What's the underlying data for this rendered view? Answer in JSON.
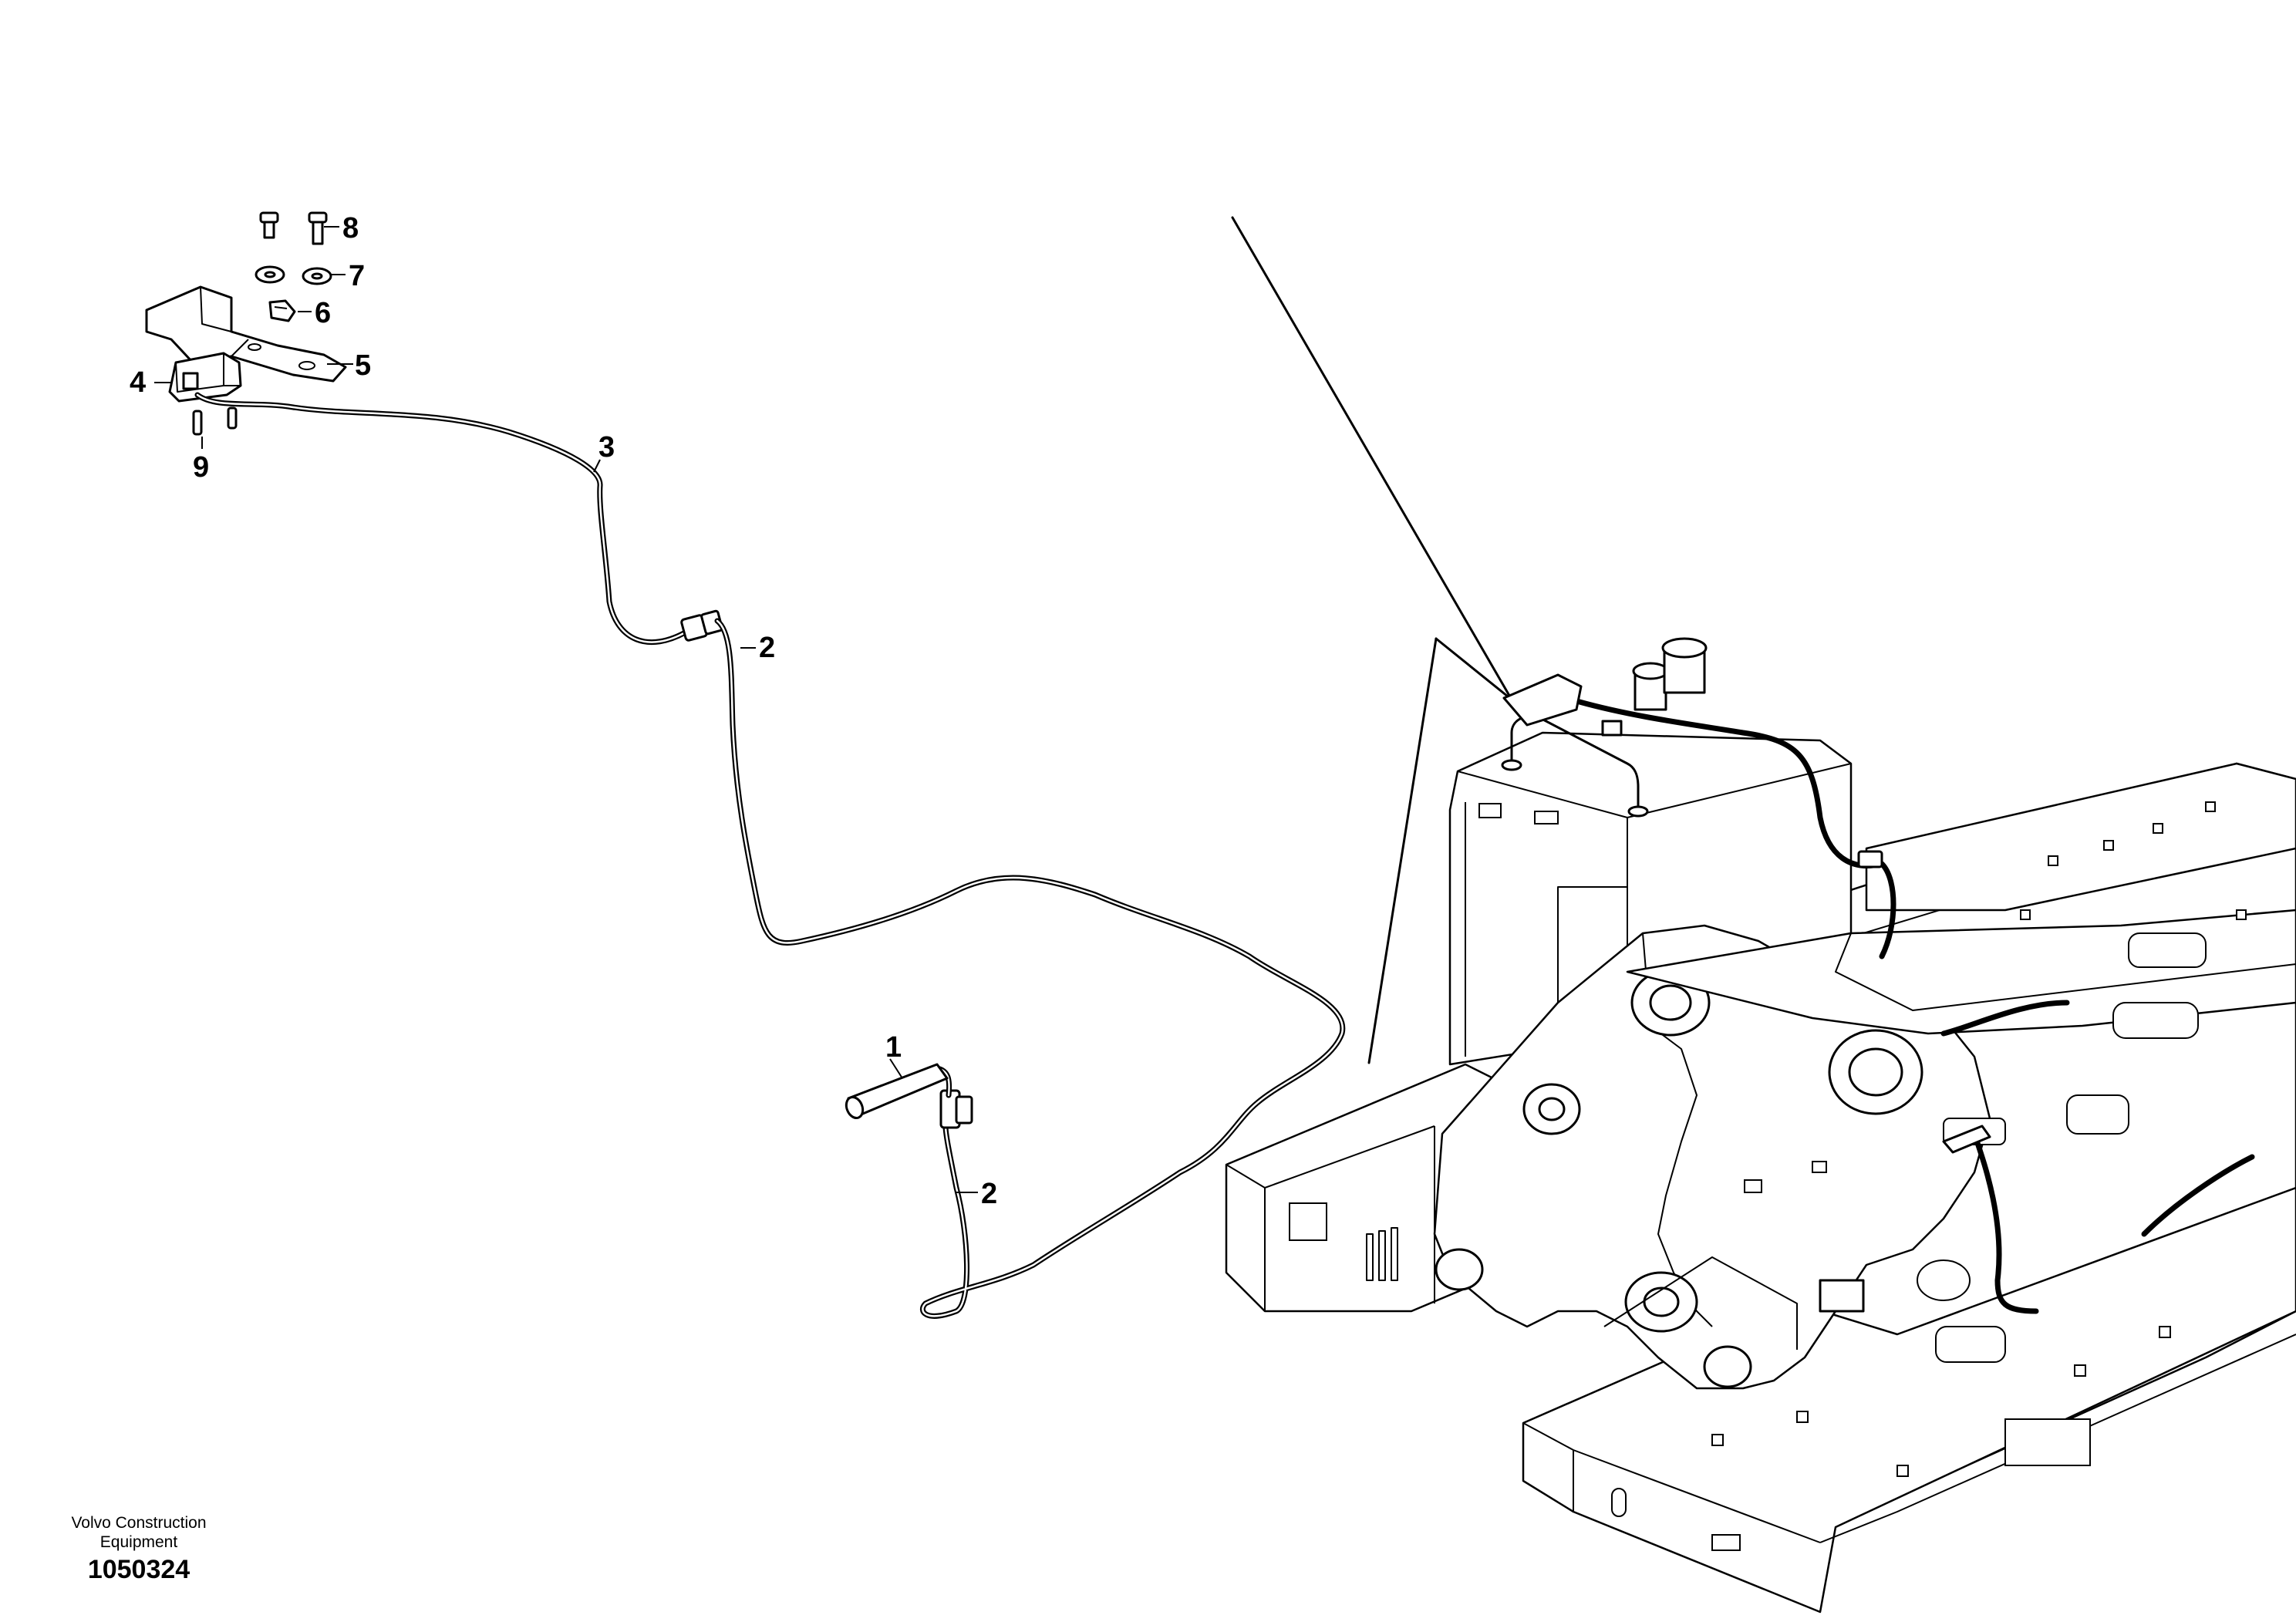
{
  "figure": {
    "brand": "Volvo Construction Equipment",
    "drawing_number": "1050324"
  },
  "callouts": [
    {
      "label": "1"
    },
    {
      "label": "2"
    },
    {
      "label": "2"
    },
    {
      "label": "3"
    },
    {
      "label": "4"
    },
    {
      "label": "5"
    },
    {
      "label": "6"
    },
    {
      "label": "7"
    },
    {
      "label": "8"
    },
    {
      "label": "9"
    }
  ]
}
